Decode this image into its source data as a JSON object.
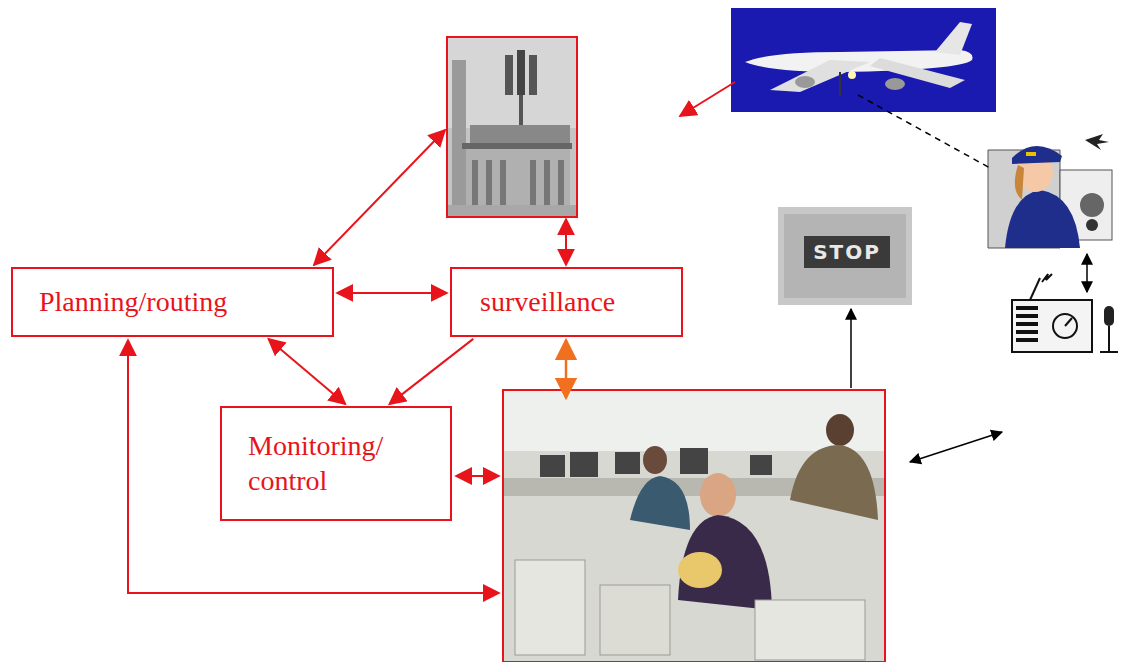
{
  "diagram": {
    "nodes": [
      {
        "text": [
          "Planning/routing"
        ]
      },
      {
        "text": [
          "surveillance"
        ]
      },
      {
        "text": [
          "Monitoring/ control"
        ]
      }
    ],
    "edges": [
      {
        "from": 0,
        "to": 1,
        "arrow": "both"
      },
      {
        "from": 0,
        "to": 2,
        "arrow": "both"
      },
      {
        "from": 1,
        "to": 2,
        "arrow": "to"
      }
    ],
    "labels": [
      "STOP"
    ]
  }
}
